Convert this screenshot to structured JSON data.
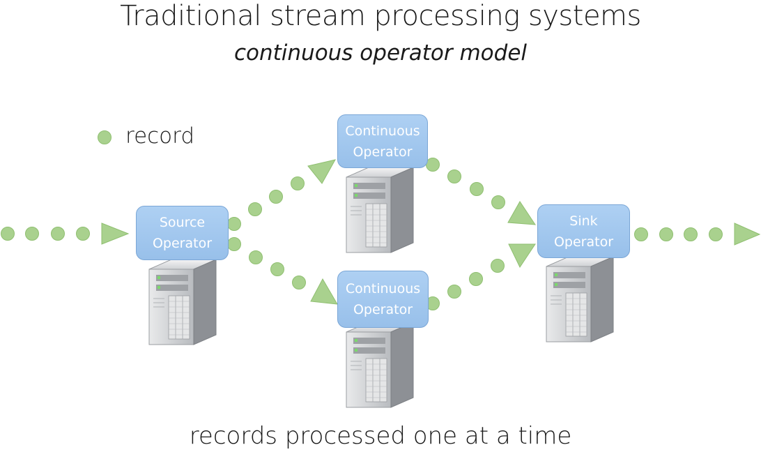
{
  "title": "Traditional stream processing systems",
  "subtitle": "continuous operator model",
  "legend": {
    "label": "record"
  },
  "operators": {
    "source": {
      "line1": "Source",
      "line2": "Operator"
    },
    "cont_top": {
      "line1": "Continuous",
      "line2": "Operator"
    },
    "cont_bottom": {
      "line1": "Continuous",
      "line2": "Operator"
    },
    "sink": {
      "line1": "Sink",
      "line2": "Operator"
    }
  },
  "caption": "records processed one at a time",
  "colors": {
    "record": "#a9d18e",
    "operator_box": "#a4c8ef",
    "operator_border": "#7aa6d6",
    "server": "#c7c9cc"
  },
  "icons": [
    "server-icon",
    "record-dot-icon",
    "arrow-head-icon"
  ]
}
